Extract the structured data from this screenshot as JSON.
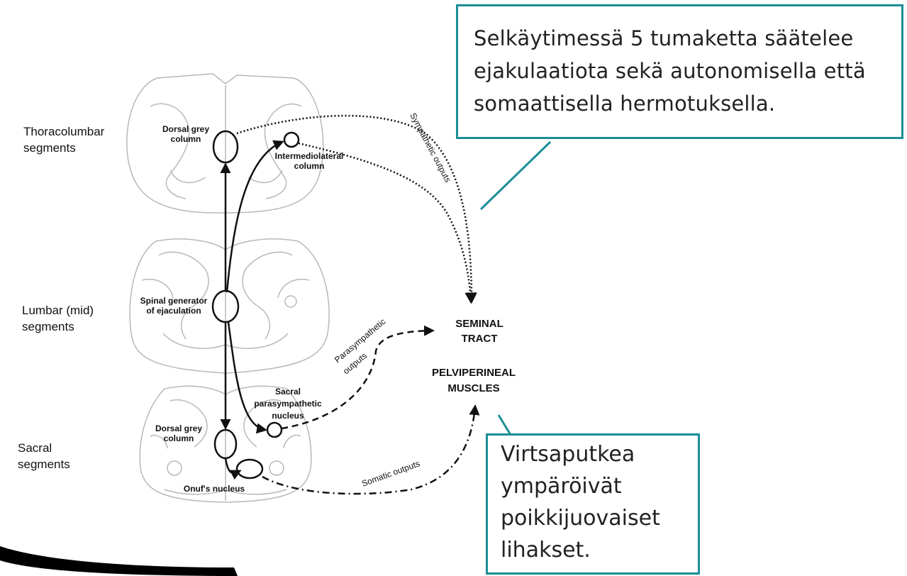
{
  "side_labels": {
    "thoracolumbar": "Thoracolumbar\nsegments",
    "lumbar": "Lumbar (mid)\nsegments",
    "sacral": "Sacral\nsegments"
  },
  "nuclei": {
    "dorsal_grey_upper": [
      "Dorsal grey",
      "column"
    ],
    "intermediolateral": [
      "Intermediolateral",
      "column"
    ],
    "spinal_generator": [
      "Spinal generator",
      "of ejaculation"
    ],
    "sacral_parasympathetic": [
      "Sacral",
      "parasympathetic",
      "nucleus"
    ],
    "dorsal_grey_lower": [
      "Dorsal grey",
      "column"
    ],
    "onufs": "Onuf's nucleus"
  },
  "outputs": {
    "sympathetic": "Sympathetic outputs",
    "parasympathetic": [
      "Parasympathetic",
      "outputs"
    ],
    "somatic": "Somatic outputs"
  },
  "targets": {
    "seminal_tract": [
      "SEMINAL",
      "TRACT"
    ],
    "pelviperineal": [
      "PELVIPERINEAL",
      "MUSCLES"
    ]
  },
  "callouts": {
    "top": "Selkäytimessä 5 tumaketta säätelee ejakulaatiota sekä autonomisella että somaattisella hermotuksella.",
    "bottom": "Virtsaputkea ympäröivät poikkijuovaiset lihakset."
  },
  "colors": {
    "callout_border": "#1b8e96",
    "diagram_line": "#111111",
    "section_outline": "#b8b8b8"
  }
}
